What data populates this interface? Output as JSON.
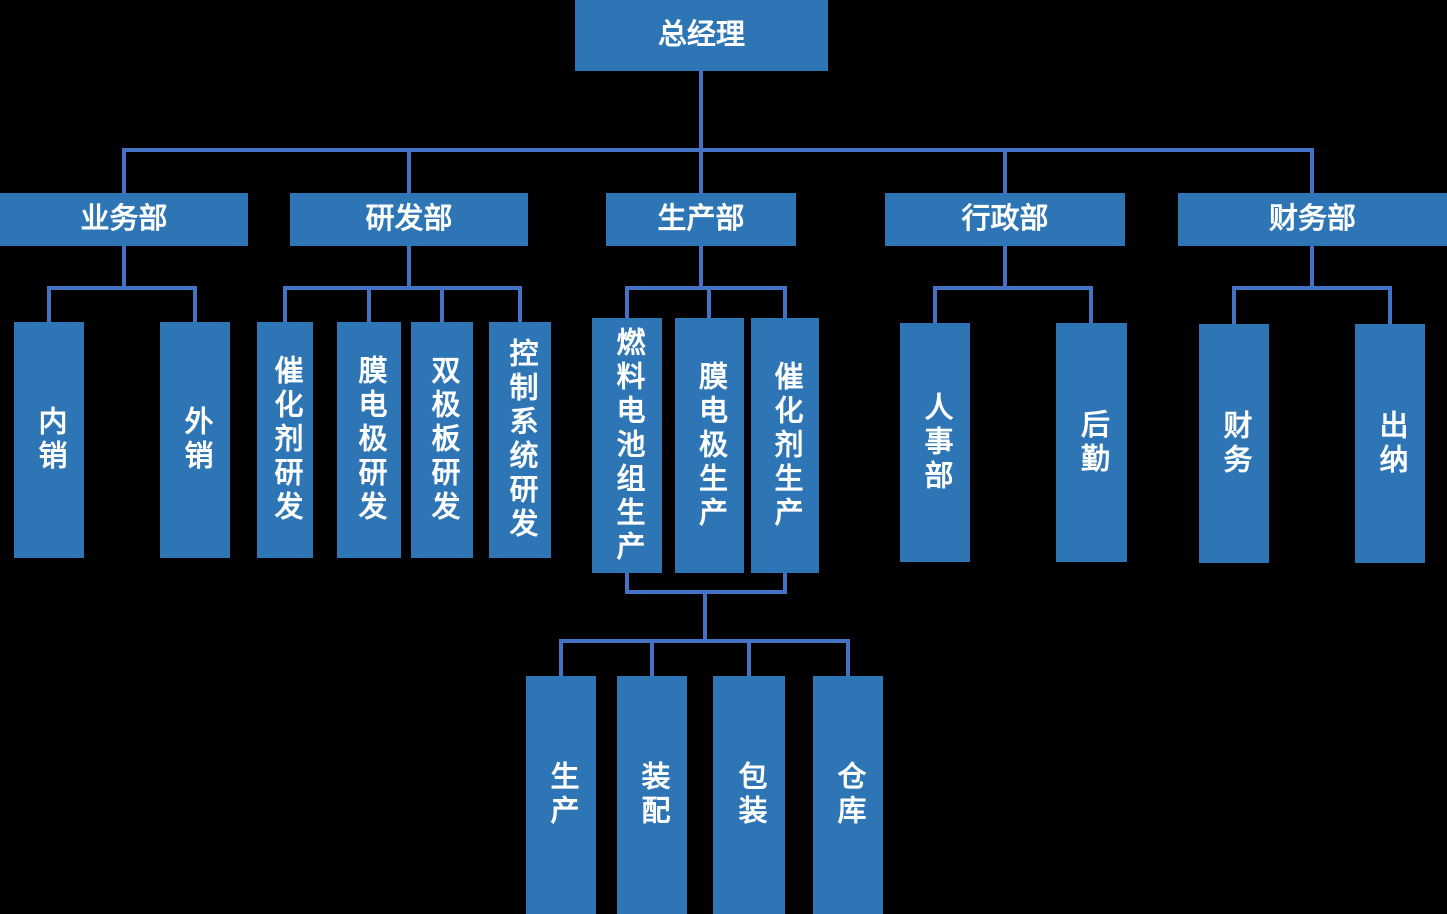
{
  "diagram": {
    "type": "org-chart",
    "root": {
      "label": "总经理"
    },
    "departments": [
      {
        "label": "业务部",
        "children": [
          {
            "label": "内销"
          },
          {
            "label": "外销"
          }
        ]
      },
      {
        "label": "研发部",
        "children": [
          {
            "label": "催化剂研发"
          },
          {
            "label": "膜电极研发"
          },
          {
            "label": "双极板研发"
          },
          {
            "label": "控制系统研发"
          }
        ]
      },
      {
        "label": "生产部",
        "children": [
          {
            "label": "燃料电池组生产"
          },
          {
            "label": "膜电极生产"
          },
          {
            "label": "催化剂生产"
          }
        ]
      },
      {
        "label": "行政部",
        "children": [
          {
            "label": "人事部"
          },
          {
            "label": "后勤"
          }
        ]
      },
      {
        "label": "财务部",
        "children": [
          {
            "label": "财务"
          },
          {
            "label": "出纳"
          }
        ]
      }
    ],
    "production_line_units": [
      {
        "label": "生产"
      },
      {
        "label": "装配"
      },
      {
        "label": "包装"
      },
      {
        "label": "仓库"
      }
    ],
    "colors": {
      "node_fill": "#2e75b6",
      "connector": "#4472c4",
      "background": "#000000",
      "text": "#ffffff"
    }
  }
}
